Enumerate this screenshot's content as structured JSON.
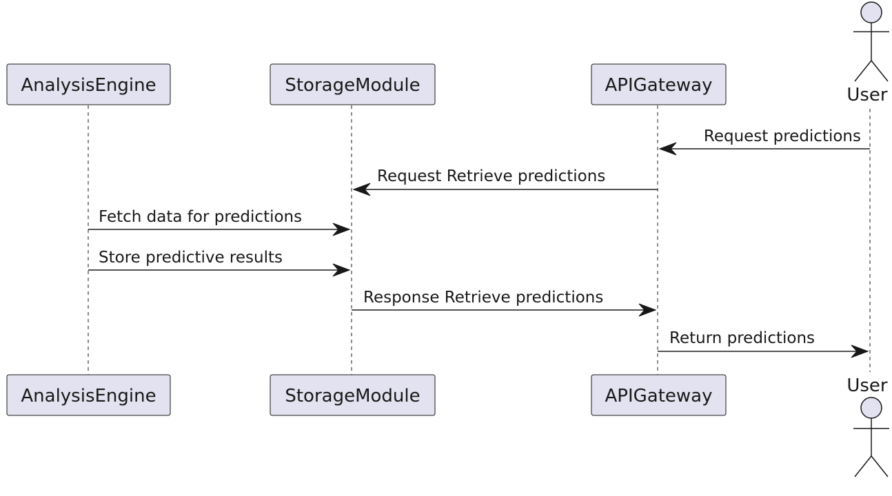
{
  "participants": [
    {
      "id": "analysis",
      "label": "AnalysisEngine",
      "kind": "participant"
    },
    {
      "id": "storage",
      "label": "StorageModule",
      "kind": "participant"
    },
    {
      "id": "api",
      "label": "APIGateway",
      "kind": "participant"
    },
    {
      "id": "user",
      "label": "User",
      "kind": "actor"
    }
  ],
  "messages": [
    {
      "from": "user",
      "to": "api",
      "label": "Request predictions"
    },
    {
      "from": "api",
      "to": "storage",
      "label": "Request Retrieve predictions"
    },
    {
      "from": "analysis",
      "to": "storage",
      "label": "Fetch data for predictions"
    },
    {
      "from": "analysis",
      "to": "storage",
      "label": "Store predictive results"
    },
    {
      "from": "storage",
      "to": "api",
      "label": "Response Retrieve predictions"
    },
    {
      "from": "api",
      "to": "user",
      "label": "Return predictions"
    }
  ],
  "colors": {
    "participant_fill": "#e2e2f0",
    "stroke": "#181818",
    "text": "#181818",
    "background": "#ffffff"
  }
}
